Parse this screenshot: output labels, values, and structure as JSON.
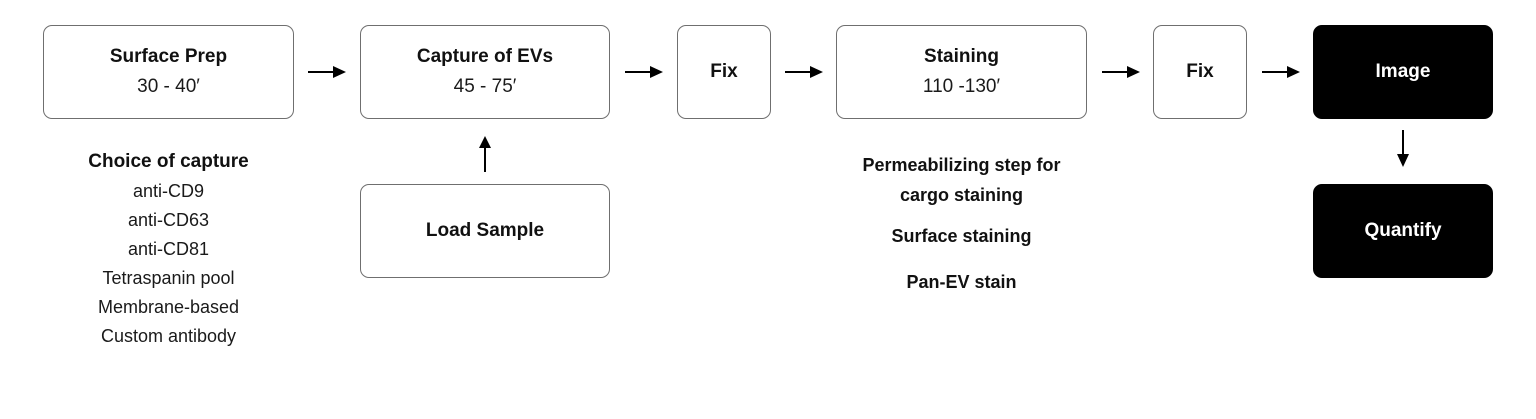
{
  "steps": {
    "surface_prep": {
      "title": "Surface Prep",
      "time": "30 - 40′"
    },
    "capture": {
      "title": "Capture of EVs",
      "time": "45 - 75′"
    },
    "fix1": {
      "title": "Fix"
    },
    "staining": {
      "title": "Staining",
      "time": "110 -130′"
    },
    "fix2": {
      "title": "Fix"
    },
    "image": {
      "title": "Image"
    },
    "load_sample": {
      "title": "Load Sample"
    },
    "quantify": {
      "title": "Quantify"
    }
  },
  "capture_options": {
    "heading": "Choice of capture",
    "items": [
      "anti-CD9",
      "anti-CD63",
      "anti-CD81",
      "Tetraspanin pool",
      "Membrane-based",
      "Custom antibody"
    ]
  },
  "staining_options": {
    "items": [
      "Permeabilizing step for cargo staining",
      "Surface staining",
      "Pan-EV stain"
    ]
  },
  "colors": {
    "border": "#6f6f6f",
    "dark_box": "#000000",
    "arrow": "#000000"
  }
}
